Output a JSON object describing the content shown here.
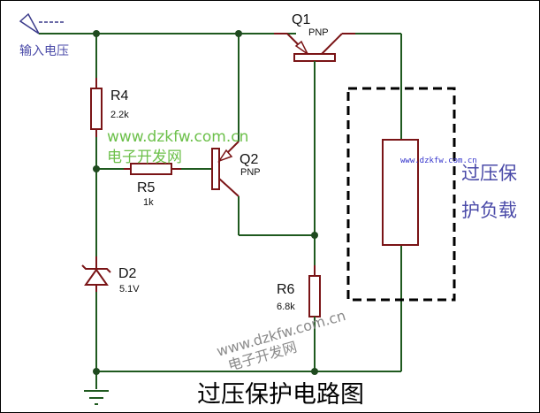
{
  "diagram": {
    "title": "过压保护电路图",
    "input_label": "输入电压",
    "load_label_line1": "过压保",
    "load_label_line2": "护负载",
    "components": {
      "Q1": {
        "ref": "Q1",
        "type": "PNP"
      },
      "Q2": {
        "ref": "Q2",
        "type": "PNP"
      },
      "R4": {
        "ref": "R4",
        "value": "2.2k"
      },
      "R5": {
        "ref": "R5",
        "value": "1k"
      },
      "R6": {
        "ref": "R6",
        "value": "6.8k"
      },
      "D2": {
        "ref": "D2",
        "value": "5.1V"
      }
    },
    "watermarks": {
      "green_url": "www.dzkfw.com.cn",
      "green_name": "电子开发网",
      "gray_url": "www.dzkfw.com.cn",
      "gray_name": "电子开发网",
      "blue_url": "www.dzkfw.com.cn"
    }
  }
}
